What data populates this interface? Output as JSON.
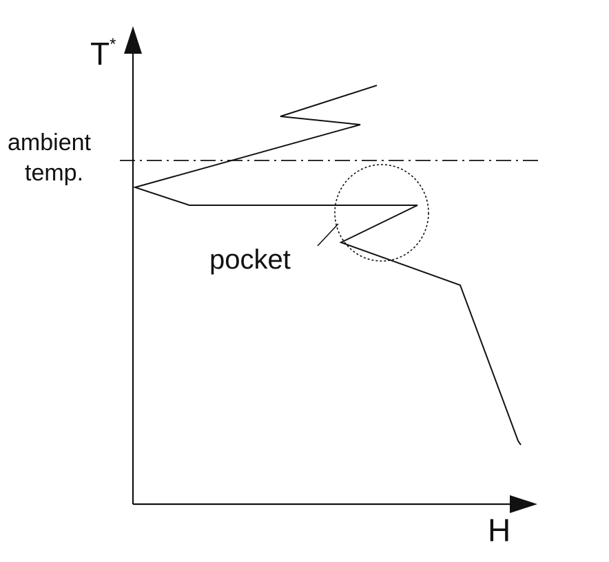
{
  "labels": {
    "y_axis": "T",
    "y_axis_superscript": "*",
    "x_axis": "H",
    "ambient_line1": "ambient",
    "ambient_line2": "temp.",
    "pocket": "pocket"
  },
  "colors": {
    "ink": "#111111",
    "background": "#ffffff"
  }
}
